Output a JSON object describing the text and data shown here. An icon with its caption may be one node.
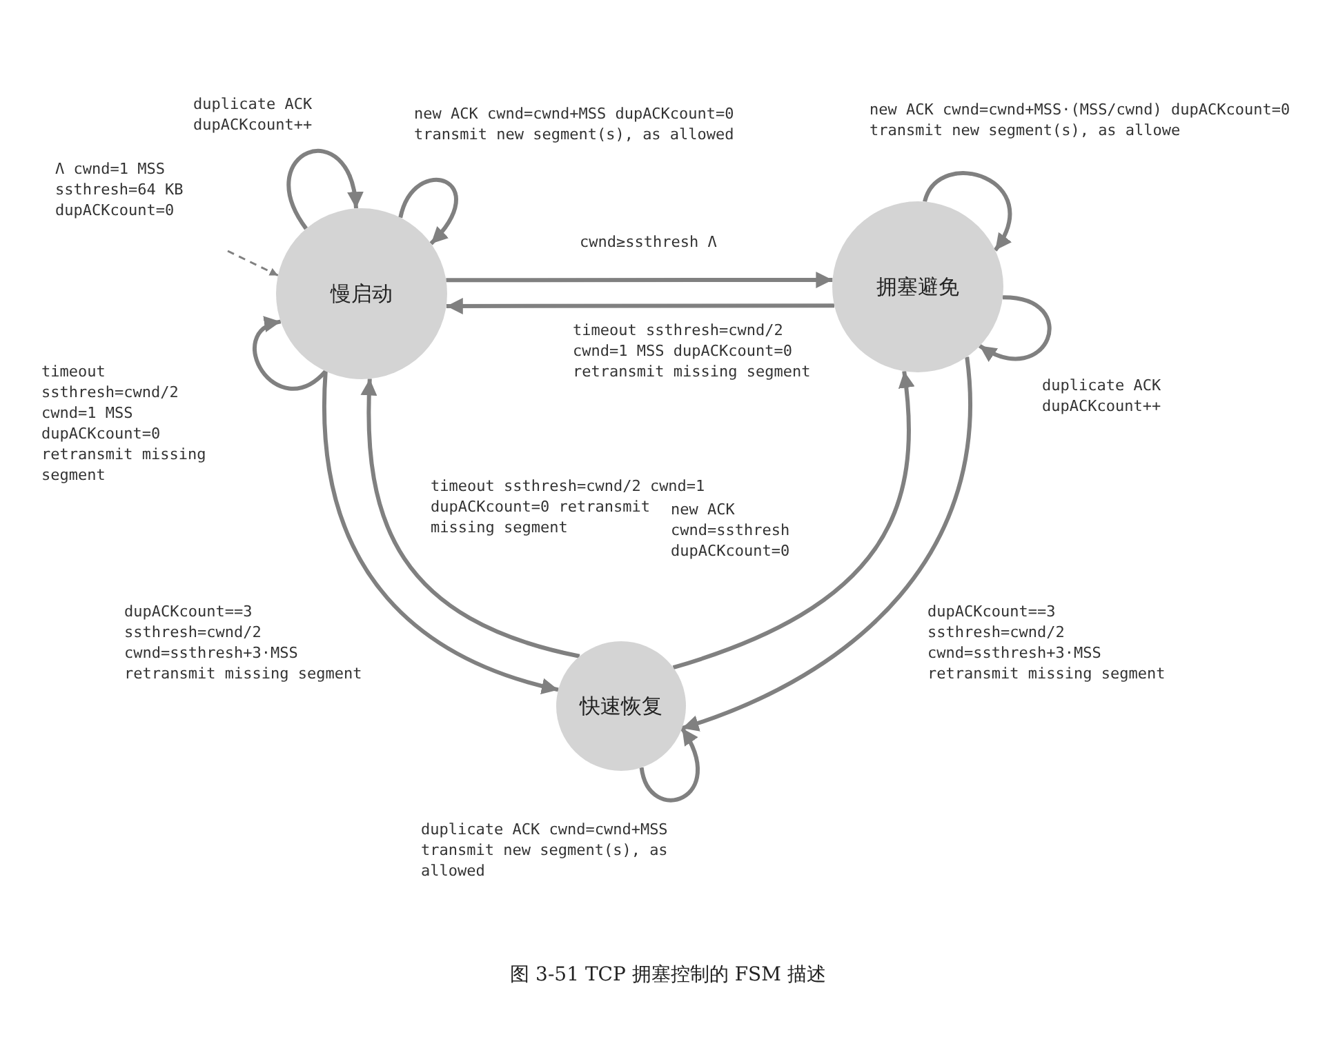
{
  "diagram": {
    "caption": "图 3-51 TCP 拥塞控制的 FSM 描述",
    "nodes": [
      {
        "text": [
          "慢启动"
        ]
      },
      {
        "text": [
          "拥塞避免"
        ]
      },
      {
        "text": [
          "快速恢复"
        ]
      }
    ],
    "edges": [
      {
        "from": null,
        "to": 0,
        "arrow": "to",
        "style": "dashed",
        "label": "Λ cwnd=1 MSS ssthresh=64 KB dupACKcount=0"
      },
      {
        "from": 0,
        "to": 0,
        "arrow": "to",
        "label": "duplicate ACK dupACKcount++"
      },
      {
        "from": 0,
        "to": 0,
        "arrow": "to",
        "label": "new ACK cwnd=cwnd+MSS dupACKcount=0 transmit new segment(s), as allowed"
      },
      {
        "from": 0,
        "to": 0,
        "arrow": "to",
        "label": "timeout ssthresh=cwnd/2 cwnd=1 MSS dupACKcount=0 retransmit missing segment"
      },
      {
        "from": 0,
        "to": 1,
        "arrow": "to",
        "label": "cwnd≥ssthresh Λ"
      },
      {
        "from": 1,
        "to": 0,
        "arrow": "to",
        "label": "timeout ssthresh=cwnd/2 cwnd=1 MSS dupACKcount=0 retransmit missing segment"
      },
      {
        "from": 1,
        "to": 1,
        "arrow": "to",
        "label": "new ACK cwnd=cwnd+MSS·(MSS/cwnd) dupACKcount=0 transmit new segment(s), as allowe"
      },
      {
        "from": 1,
        "to": 1,
        "arrow": "to",
        "label": "duplicate ACK dupACKcount++"
      },
      {
        "from": 0,
        "to": 2,
        "arrow": "to",
        "label": "dupACKcount==3 ssthresh=cwnd/2 cwnd=ssthresh+3·MSS retransmit missing segment"
      },
      {
        "from": 2,
        "to": 0,
        "arrow": "to",
        "label": "timeout ssthresh=cwnd/2 cwnd=1 dupACKcount=0 retransmit missing segment"
      },
      {
        "from": 2,
        "to": 1,
        "arrow": "to",
        "label": "new ACK cwnd=ssthresh dupACKcount=0"
      },
      {
        "from": 1,
        "to": 2,
        "arrow": "to",
        "label": "dupACKcount==3 ssthresh=cwnd/2 cwnd=ssthresh+3·MSS retransmit missing segment"
      },
      {
        "from": 2,
        "to": 2,
        "arrow": "to",
        "label": "duplicate ACK cwnd=cwnd+MSS transmit new segment(s), as allowed"
      }
    ]
  }
}
